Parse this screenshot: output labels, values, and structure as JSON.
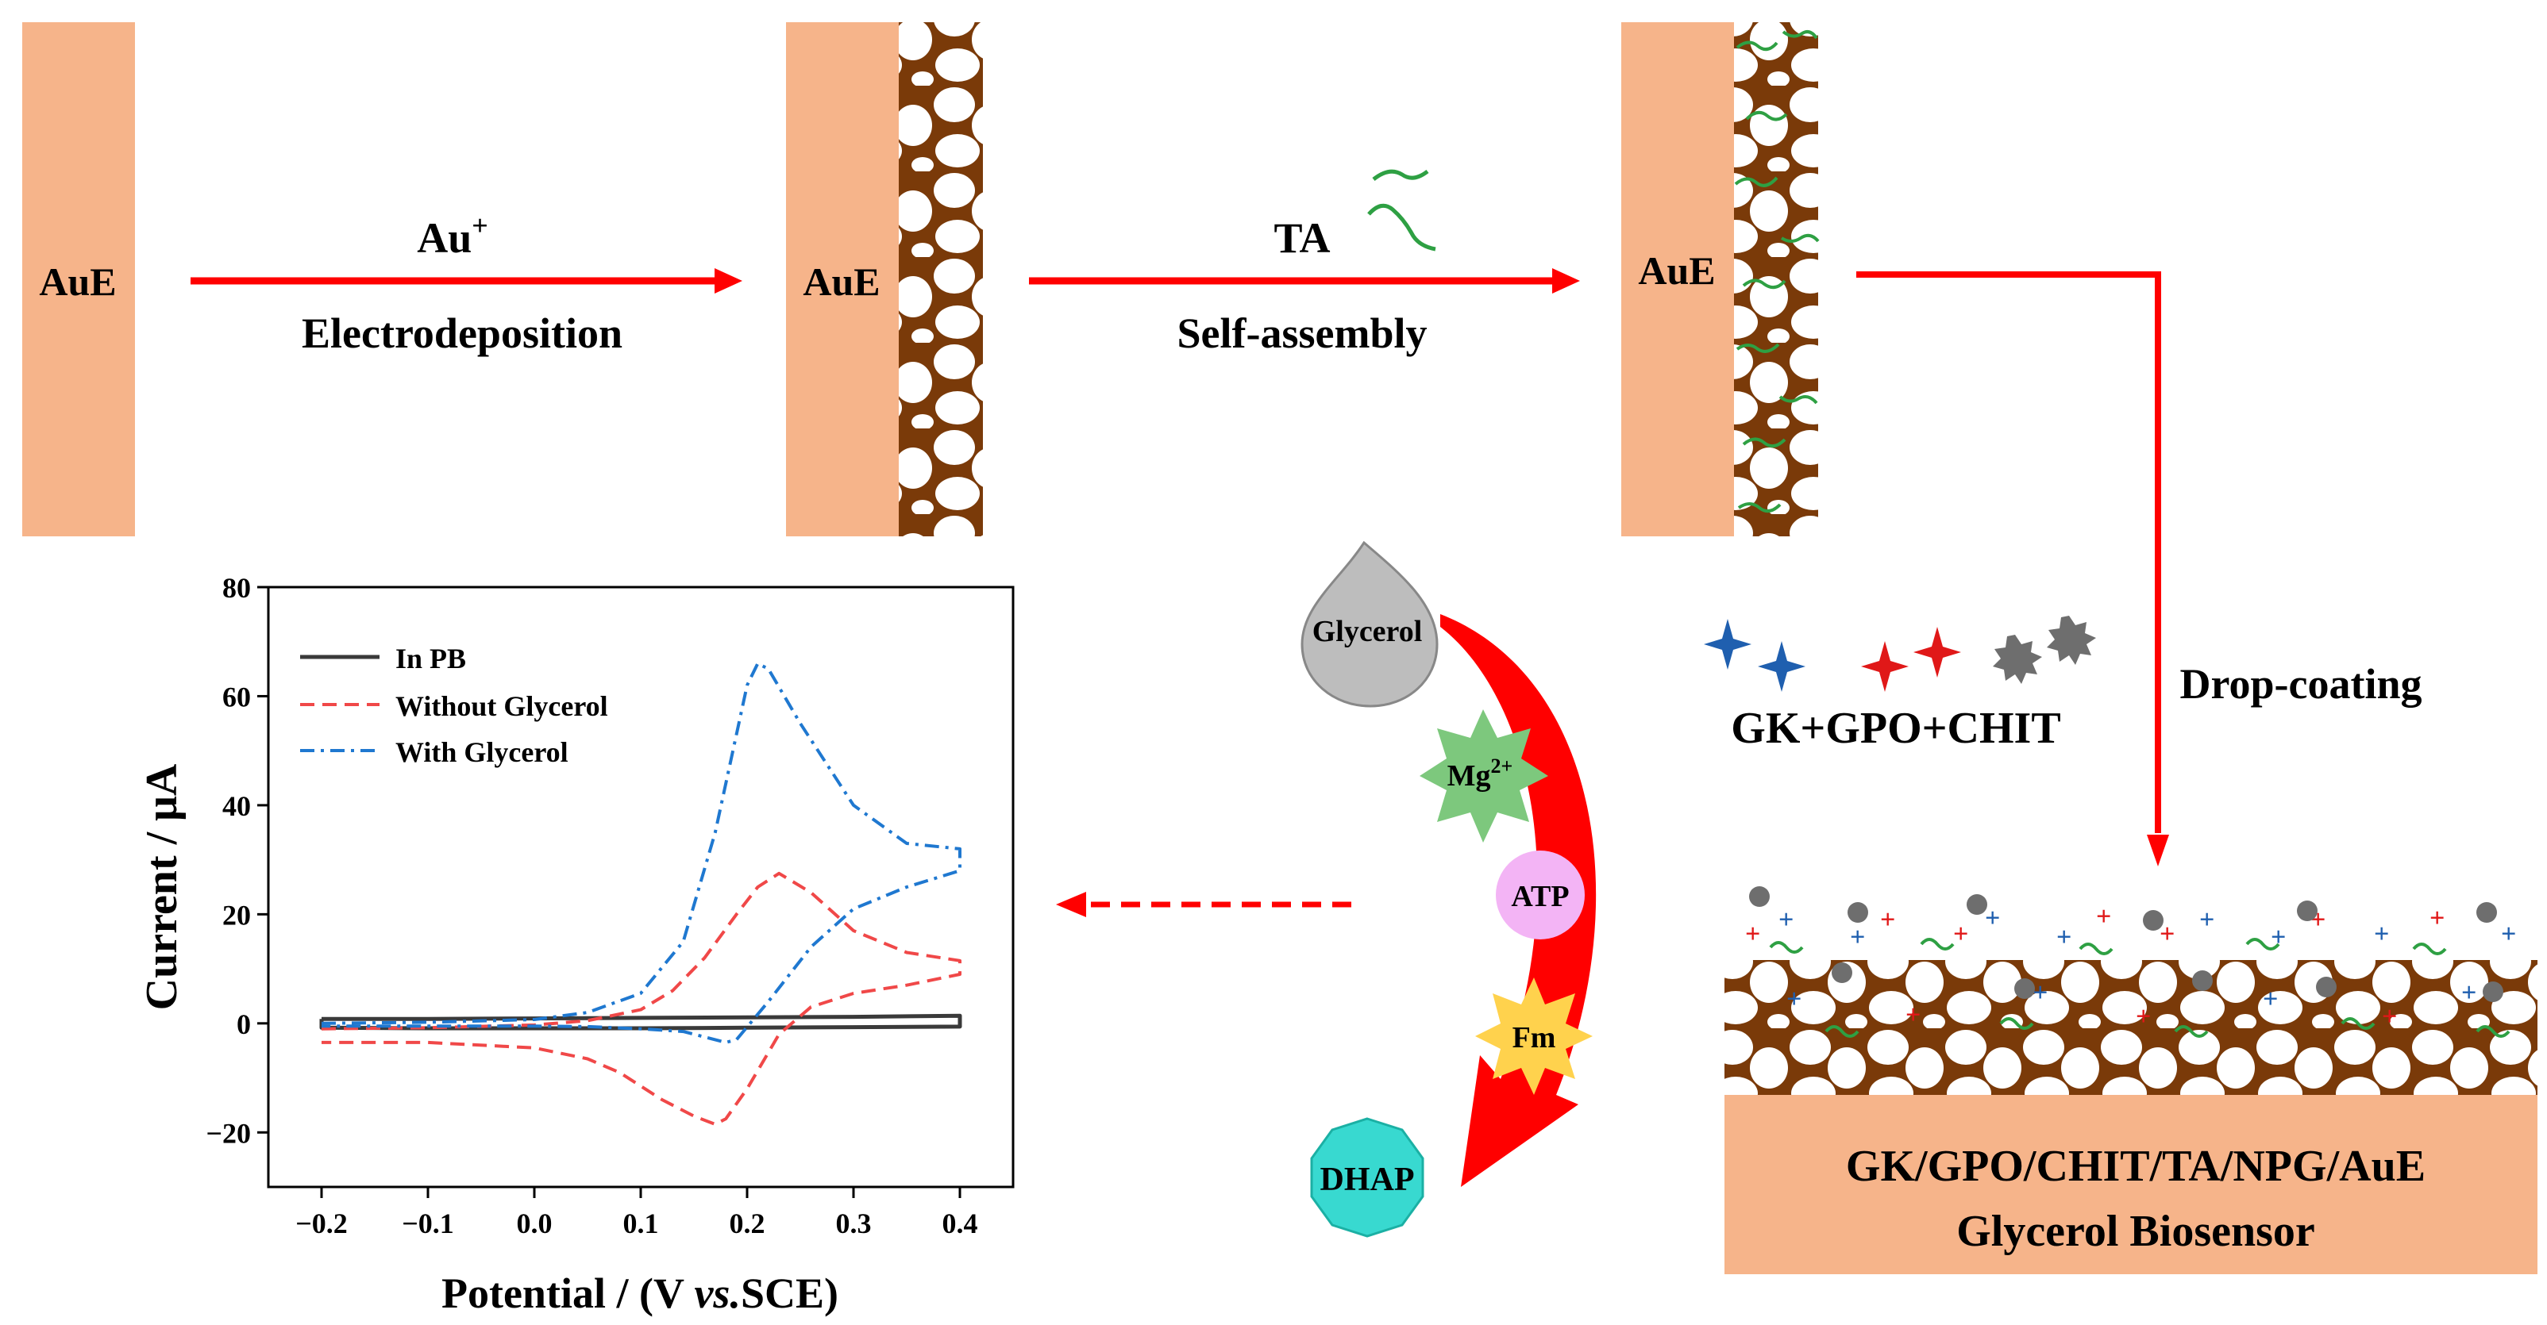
{
  "colors": {
    "electrode": "#F6B48A",
    "npg": "#7A3A09",
    "arrow": "#FF0000",
    "ta_green": "#2EA043",
    "gk_blue": "#1F5FAF",
    "gpo_red": "#E01818",
    "chit_gray": "#6E6E6E",
    "mg_star": "#7DC87D",
    "atp": "#F3B4F5",
    "fm": "#FFD24D",
    "dhap": "#38D9D0",
    "glycerol_drop": "#BDBDBD",
    "line_pb": "#3A3A3A",
    "line_without": "#F04848",
    "line_with": "#1F78D0"
  },
  "icons": {
    "gk": "four-point-star-blue",
    "gpo": "four-point-star-red",
    "chit": "seven-point-star-gray"
  },
  "steps": {
    "electrode_label": "AuE",
    "step1_top": "Au",
    "step1_top_sup": "+",
    "step1_bottom": "Electrodeposition",
    "step2_top": "TA",
    "step2_bottom": "Self-assembly",
    "step3_label": "Drop-coating",
    "reagents_label": "GK+GPO+CHIT"
  },
  "final_sensor": {
    "line1": "GK/GPO/CHIT/TA/NPG/AuE",
    "line2": "Glycerol Biosensor"
  },
  "reaction": {
    "substrate": "Glycerol",
    "cofactor_mg": "Mg",
    "cofactor_mg_sup": "2+",
    "cofactor_atp": "ATP",
    "mediator": "Fm",
    "product": "DHAP"
  },
  "chart_data": {
    "type": "line",
    "xlabel_prefix": "Potential / (V ",
    "xlabel_italic": "vs.",
    "xlabel_suffix": "SCE)",
    "ylabel": "Current / μA",
    "xlim": [
      -0.25,
      0.45
    ],
    "ylim": [
      -30,
      80
    ],
    "xticks": [
      -0.2,
      -0.1,
      0.0,
      0.1,
      0.2,
      0.3,
      0.4
    ],
    "xtick_labels": [
      "−0.2",
      "−0.1",
      "0.0",
      "0.1",
      "0.2",
      "0.3",
      "0.4"
    ],
    "yticks": [
      -20,
      0,
      20,
      40,
      60,
      80
    ],
    "ytick_labels": [
      "−20",
      "0",
      "20",
      "40",
      "60",
      "80"
    ],
    "legend_position": "top-left",
    "series": [
      {
        "name": "In PB",
        "style": "solid",
        "color": "#3A3A3A",
        "x": [
          -0.2,
          -0.1,
          0.0,
          0.1,
          0.2,
          0.3,
          0.4,
          0.4,
          0.3,
          0.2,
          0.1,
          0.0,
          -0.1,
          -0.2,
          -0.2
        ],
        "y": [
          0.8,
          0.8,
          0.9,
          1.0,
          1.1,
          1.2,
          1.4,
          -0.6,
          -0.7,
          -0.8,
          -0.9,
          -0.9,
          -0.9,
          -0.8,
          0.8
        ]
      },
      {
        "name": "Without Glycerol",
        "style": "dashed",
        "color": "#F04848",
        "x": [
          -0.2,
          -0.1,
          0.0,
          0.05,
          0.1,
          0.13,
          0.16,
          0.19,
          0.21,
          0.23,
          0.26,
          0.3,
          0.35,
          0.4,
          0.4,
          0.35,
          0.3,
          0.26,
          0.23,
          0.2,
          0.18,
          0.17,
          0.15,
          0.12,
          0.08,
          0.05,
          0.0,
          -0.1,
          -0.2
        ],
        "y": [
          -1.0,
          -0.8,
          -0.3,
          0.5,
          2.5,
          6,
          12,
          20,
          25,
          27.5,
          24,
          17,
          13,
          11.5,
          9,
          7,
          5.5,
          3,
          -2,
          -12,
          -17.5,
          -18.5,
          -17,
          -14,
          -9,
          -6.5,
          -4.5,
          -3.5,
          -3.5
        ]
      },
      {
        "name": "With Glycerol",
        "style": "dashdot",
        "color": "#1F78D0",
        "x": [
          -0.2,
          -0.1,
          0.0,
          0.05,
          0.1,
          0.14,
          0.17,
          0.2,
          0.21,
          0.22,
          0.25,
          0.3,
          0.35,
          0.4,
          0.4,
          0.35,
          0.3,
          0.26,
          0.22,
          0.19,
          0.18,
          0.17,
          0.14,
          0.1,
          0.05,
          0.0,
          -0.1,
          -0.2
        ],
        "y": [
          0.0,
          0.2,
          0.7,
          2,
          5.5,
          15,
          35,
          62,
          66,
          65,
          55,
          40,
          33,
          32,
          28,
          25,
          21,
          14,
          4,
          -3,
          -3.5,
          -3,
          -1.5,
          -1,
          -0.6,
          -0.5,
          -0.5,
          -0.5
        ]
      }
    ]
  }
}
